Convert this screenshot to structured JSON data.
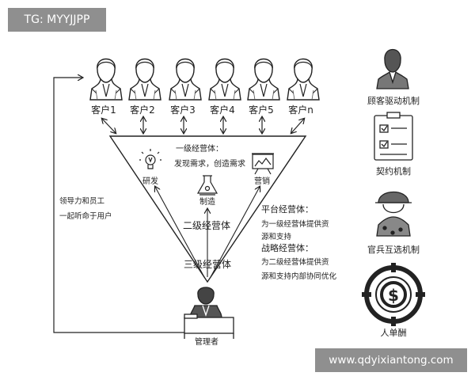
{
  "watermark_top": "TG: MYYJJPP",
  "watermark_bottom": "www.qdyixiantong.com",
  "customers": [
    "客户1",
    "客户2",
    "客户3",
    "客户4",
    "客户5",
    "客户n"
  ],
  "left_note": [
    "领导力和员工",
    "一起听命于用户"
  ],
  "level1": {
    "title": "一级经营体：",
    "subtitle": "发现需求，创造需求",
    "units": [
      "研发",
      "制造",
      "营销"
    ]
  },
  "level2": "二级经营体",
  "level3": "三级经营体",
  "platform": {
    "title": "平台经营体：",
    "lines": [
      "为一级经营体提供资",
      "源和支持"
    ]
  },
  "strategy": {
    "title": "战略经营体：",
    "lines": [
      "为二级经营体提供资",
      "源和支持内部协同优化"
    ]
  },
  "manager": "管理者",
  "mechanisms": [
    "顾客驱动机制",
    "契约机制",
    "官兵互选机制",
    "人单酬"
  ],
  "colors": {
    "ink": "#222222",
    "tag_bg": "#8f8f8f",
    "tag_text": "#ffffff"
  }
}
